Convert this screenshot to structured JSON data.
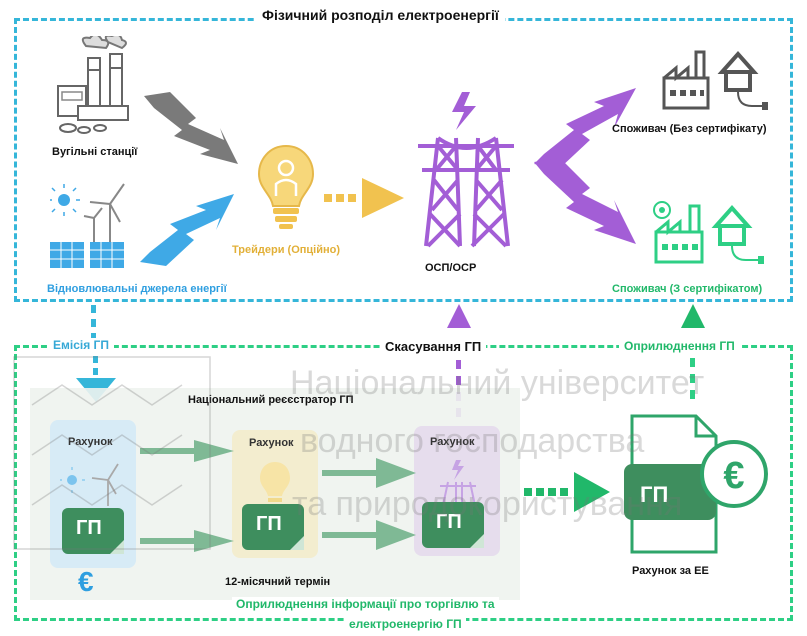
{
  "physical_title": "Фізичний розподіл електроенергії",
  "coal_label": "Вугільні станції",
  "renewables_label": "Відновлювальні джерела енергії",
  "traders_label": "Трейдери (Опційно)",
  "grid_label": "ОСП/ОСР",
  "consumer_nocert_label": "Споживач (Без сертифікату)",
  "consumer_cert_label": "Споживач (З сертифікатом)",
  "issuance_label": "Емісія ГП",
  "cancellation_label": "Скасування ГП",
  "disclosure_label": "Оприлюднення ГП",
  "registry_label": "Національний реєєстратор ГП",
  "account_label": "Рахунок",
  "go_badge": "ГП",
  "euro_symbol": "€",
  "term_label": "12-місячний термін",
  "invoice_label": "Рахунок за ЕЕ",
  "bottom_caption_line1": "Оприлюднення інформації про торгівлю та",
  "bottom_caption_line2": "електроенергію ГП",
  "watermark_line1": "Національний університет",
  "watermark_line2": "водного господарства",
  "watermark_line3": "та природокористування",
  "colors": {
    "physical_frame": "#35b6d9",
    "trading_frame": "#2ecf85",
    "go_green": "#3e8e5e",
    "grid_purple": "#a35ed6",
    "trader_yellow": "#f1c24f",
    "renewable_blue": "#3fa9e6",
    "disclosure_green": "#21b86a"
  }
}
